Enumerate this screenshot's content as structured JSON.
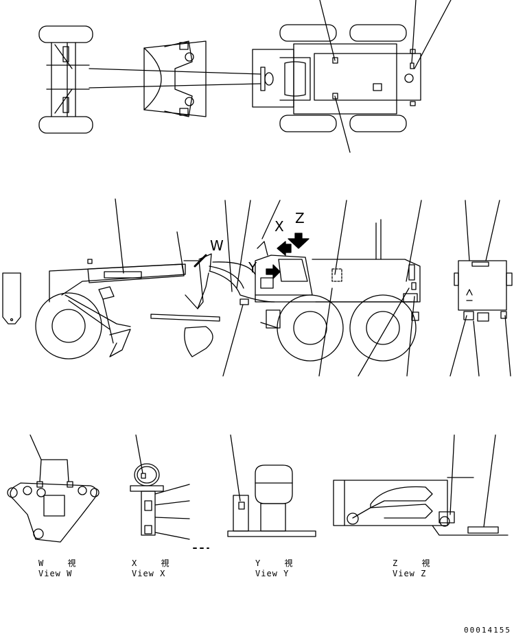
{
  "callouts": {
    "w": "W",
    "x": "X",
    "y": "Y",
    "z": "Z"
  },
  "views": [
    {
      "jp": "W 視",
      "en": "View W"
    },
    {
      "jp": "X 視",
      "en": "View X"
    },
    {
      "jp": "Y 視",
      "en": "View Y"
    },
    {
      "jp": "Z 視",
      "en": "View Z"
    }
  ],
  "drawing_number": "00014155"
}
